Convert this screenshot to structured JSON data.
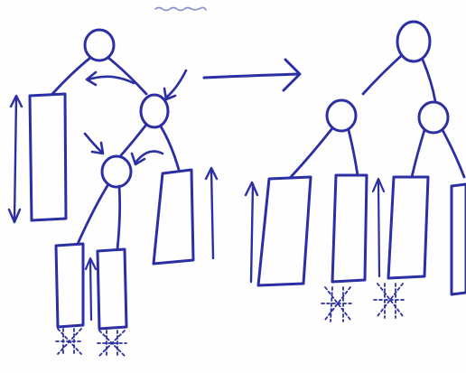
{
  "diagram": {
    "kind": "hand-drawn tree rotation sketch",
    "ink_color": "#2b2fa3",
    "paper_color": "#fefefe",
    "left_tree": {
      "nodes": [
        "root",
        "child",
        "grandchild"
      ],
      "subtrees": 4
    },
    "right_tree": {
      "nodes": [
        "root",
        "left-child",
        "right-child"
      ],
      "subtrees": 4
    },
    "transition": "right-arrow",
    "top_scribble_text": ""
  }
}
